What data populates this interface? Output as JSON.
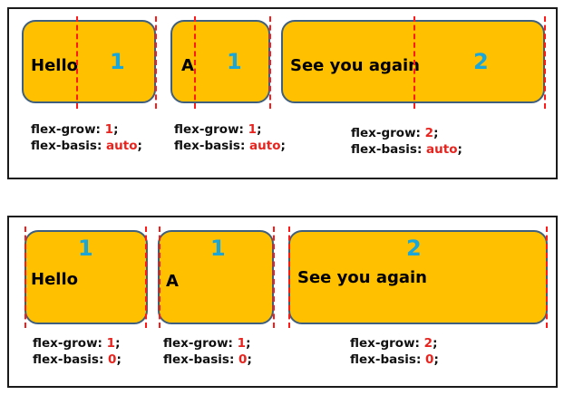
{
  "colors": {
    "box_fill": "#FFC000",
    "box_border": "#3f5f7f",
    "number": "#1aa6d8",
    "guide_line": "#ff1a1a",
    "value_text": "#e8231e"
  },
  "top_panel": {
    "items": [
      {
        "word": "Hello",
        "number": "1",
        "grow_label": "flex-grow:",
        "grow_value": "1",
        "basis_label": "flex-basis:",
        "basis_value": "auto",
        "suffix": ";"
      },
      {
        "word": "A",
        "number": "1",
        "grow_label": "flex-grow:",
        "grow_value": "1",
        "basis_label": "flex-basis:",
        "basis_value": "auto",
        "suffix": ";"
      },
      {
        "word": "See you again",
        "number": "2",
        "grow_label": "flex-grow:",
        "grow_value": "2",
        "basis_label": "flex-basis:",
        "basis_value": "auto",
        "suffix": ";"
      }
    ]
  },
  "bottom_panel": {
    "items": [
      {
        "word": "Hello",
        "number": "1",
        "grow_label": "flex-grow:",
        "grow_value": "1",
        "basis_label": "flex-basis:",
        "basis_value": "0",
        "suffix": ";"
      },
      {
        "word": "A",
        "number": "1",
        "grow_label": "flex-grow:",
        "grow_value": "1",
        "basis_label": "flex-basis:",
        "basis_value": "0",
        "suffix": ";"
      },
      {
        "word": "See you again",
        "number": "2",
        "grow_label": "flex-grow:",
        "grow_value": "2",
        "basis_label": "flex-basis:",
        "basis_value": "0",
        "suffix": ";"
      }
    ]
  }
}
